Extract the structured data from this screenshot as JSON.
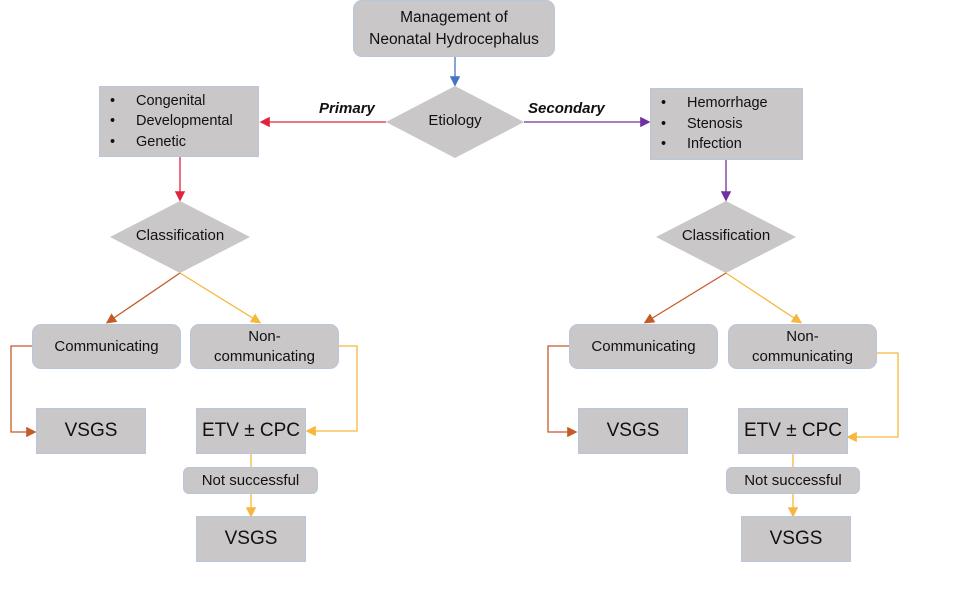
{
  "title": "Management of Neonatal Hydrocephalus",
  "title_lines": [
    "Management of",
    "Neonatal Hydrocephalus"
  ],
  "etiology": "Etiology",
  "branches": {
    "primary": {
      "label": "Primary",
      "causes": [
        "Congenital",
        "Developmental",
        "Genetic"
      ],
      "classification": "Classification",
      "communicating": "Communicating",
      "non_communicating": [
        "Non-",
        "communicating"
      ],
      "vsgs_direct": "VSGS",
      "etv": "ETV ± CPC",
      "not_successful": "Not successful",
      "vsgs_after": "VSGS"
    },
    "secondary": {
      "label": "Secondary",
      "causes": [
        "Hemorrhage",
        "Stenosis",
        "Infection"
      ],
      "classification": "Classification",
      "communicating": "Communicating",
      "non_communicating": [
        "Non-",
        "communicating"
      ],
      "vsgs_direct": "VSGS",
      "etv": "ETV ± CPC",
      "not_successful": "Not successful",
      "vsgs_after": "VSGS"
    }
  },
  "colors": {
    "node_fill": "#c9c7c8",
    "root_arrow": "#4472c4",
    "primary_arrow": "#e0243c",
    "secondary_arrow": "#7030a0",
    "communicating_arrow": "#c55a28",
    "noncommunicating_arrow": "#f6b73c"
  }
}
